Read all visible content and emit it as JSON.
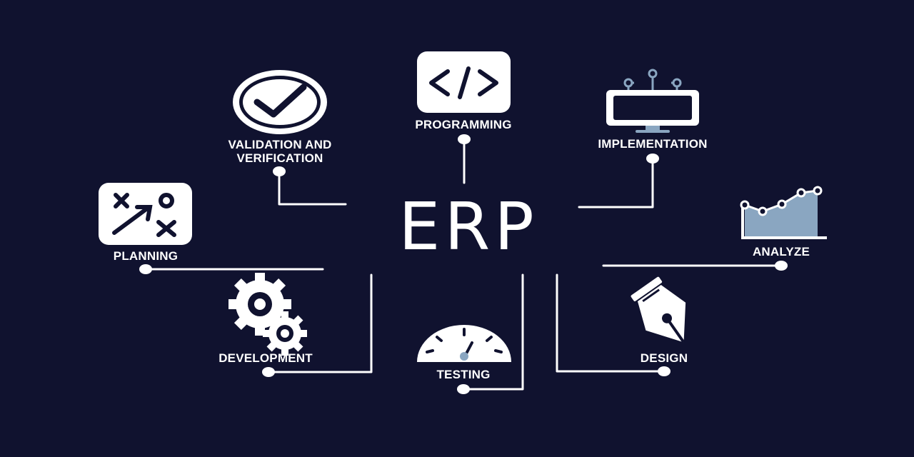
{
  "title": "ERP",
  "nodes": {
    "programming": {
      "label": "PROGRAMMING",
      "icon": "code-icon"
    },
    "validation": {
      "label_line1": "VALIDATION AND",
      "label_line2": "VERIFICATION",
      "icon": "checkmark-icon"
    },
    "implementation": {
      "label": "IMPLEMENTATION",
      "icon": "monitor-icon"
    },
    "planning": {
      "label": "PLANNING",
      "icon": "strategy-board-icon"
    },
    "analyze": {
      "label": "ANALYZE",
      "icon": "area-chart-icon"
    },
    "development": {
      "label": "DEVELOPMENT",
      "icon": "gears-icon"
    },
    "testing": {
      "label": "TESTING",
      "icon": "gauge-icon"
    },
    "design": {
      "label": "DESIGN",
      "icon": "pen-nib-icon"
    }
  },
  "colors": {
    "background": "#10122f",
    "foreground": "#ffffff",
    "accent": "#8aa6c1"
  }
}
